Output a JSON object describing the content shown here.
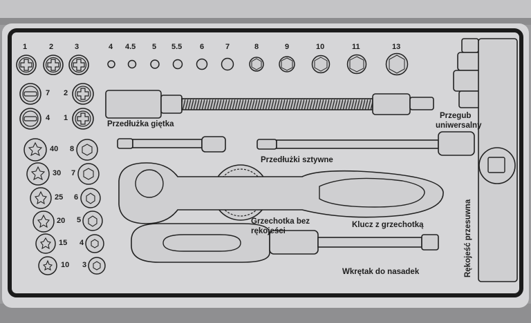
{
  "top_tip_sizes": [
    "1",
    "2",
    "3"
  ],
  "socket_sizes": [
    "4",
    "4.5",
    "5",
    "5.5",
    "6",
    "7",
    "8",
    "9",
    "10",
    "11",
    "13"
  ],
  "flat_tips": [
    "7",
    "4"
  ],
  "phillips_tips": [
    "2",
    "1"
  ],
  "torx_tips": [
    "40",
    "30",
    "25",
    "20",
    "15",
    "10"
  ],
  "hex_tips": [
    "8",
    "7",
    "6",
    "5",
    "4",
    "3"
  ],
  "tools": {
    "flexible_extension": "Przedłużka giętka",
    "universal_joint_line1": "Przegub",
    "universal_joint_line2": "uniwersalny",
    "rigid_extensions": "Przedłużki sztywne",
    "ratchet_head_line1": "Grzechotka bez",
    "ratchet_head_line2": "rękojeści",
    "ratchet_wrench": "Klucz z grzechotką",
    "bit_driver": "Wkrętak do nasadek",
    "sliding_bar": "Rękojeść przesuwna"
  }
}
